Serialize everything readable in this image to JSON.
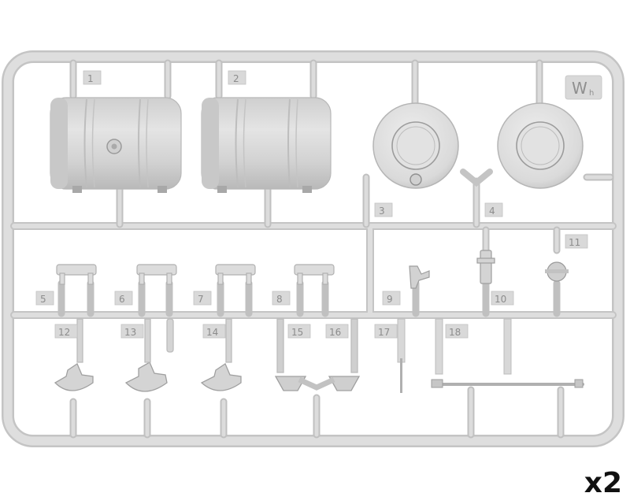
{
  "sprue": {
    "brand_letter": "W",
    "brand_sub": "h",
    "quantity_label": "x2",
    "part_numbers": [
      "1",
      "2",
      "3",
      "4",
      "5",
      "6",
      "7",
      "8",
      "9",
      "10",
      "11",
      "12",
      "13",
      "14",
      "15",
      "16",
      "17",
      "18"
    ]
  },
  "colors": {
    "plastic": "#d6d6d6",
    "plastic_shadow": "#bdbdbd",
    "plastic_light": "#e8e8e8",
    "tag": "#d9d9d9",
    "background": "#ffffff",
    "quantity_text": "#111111"
  }
}
